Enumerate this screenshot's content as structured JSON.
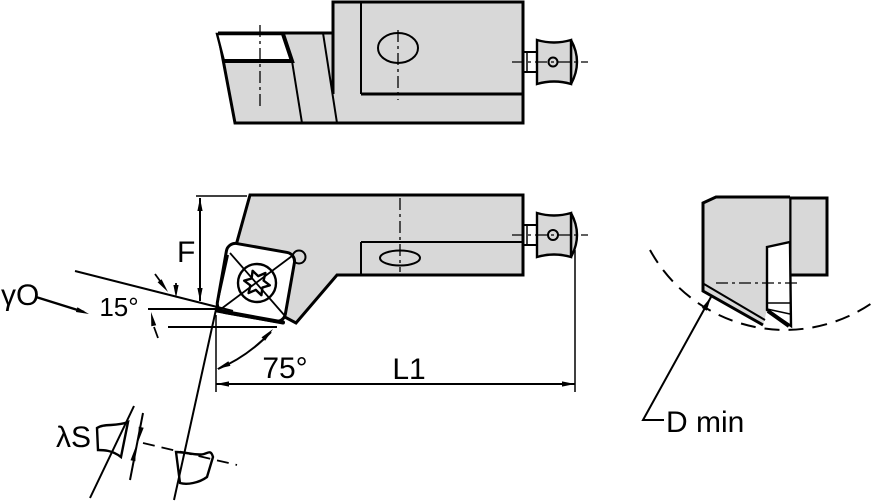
{
  "labels": {
    "dim_f": "F",
    "rake_angle": "γO",
    "angle_15": "15°",
    "lead_angle": "75°",
    "dim_l1": "L1",
    "inclination_angle": "λS",
    "min_bore_dia": "D min"
  },
  "colors": {
    "background": "#ffffff",
    "body_fill": "#d8d8d8",
    "line": "#000000",
    "insert_fill": "#ffffff"
  }
}
